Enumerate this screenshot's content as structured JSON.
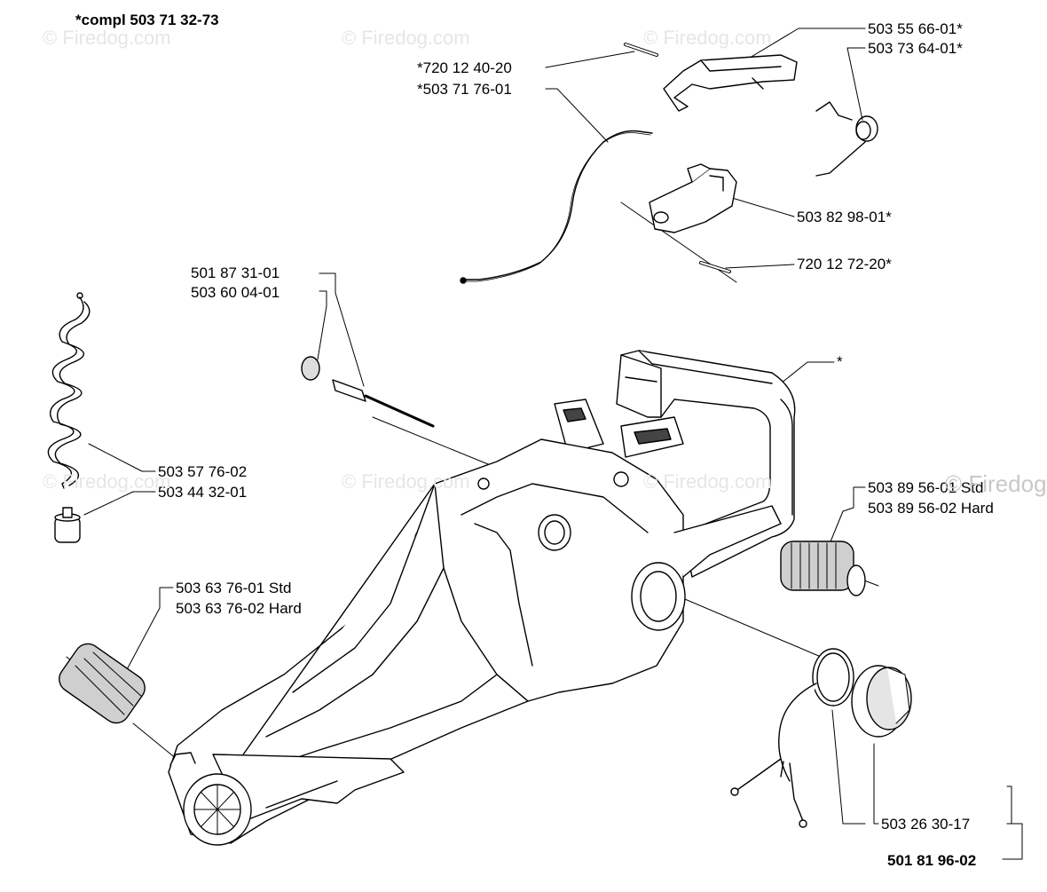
{
  "header": {
    "assembly_note": "*compl 503 71 32-73"
  },
  "watermark": "© Firedog.com",
  "watermark_partial": "© Firedog",
  "labels": {
    "p503556601": "503 55 66-01*",
    "p503736401": "503 73 64-01*",
    "p720124020": "*720 12 40-20",
    "p503717601": "*503 71 76-01",
    "p503829801": "503 82 98-01*",
    "p720127220": "720 12 72-20*",
    "p501873101": "501 87 31-01",
    "p503600401": "503 60 04-01",
    "star": "*",
    "p503577602": "503 57 76-02",
    "p503443201": "503 44 32-01",
    "p503895601": "503 89 56-01 Std",
    "p503895602": "503 89 56-02 Hard",
    "p503637601": "503 63 76-01 Std",
    "p503637602": "503 63 76-02 Hard",
    "p503263017": "503 26 30-17",
    "p501819602": "501 81 96-02"
  },
  "colors": {
    "ink": "#000000",
    "fill": "#ffffff",
    "shade": "#d9d9d9",
    "watermark": "#e6e6e6"
  }
}
